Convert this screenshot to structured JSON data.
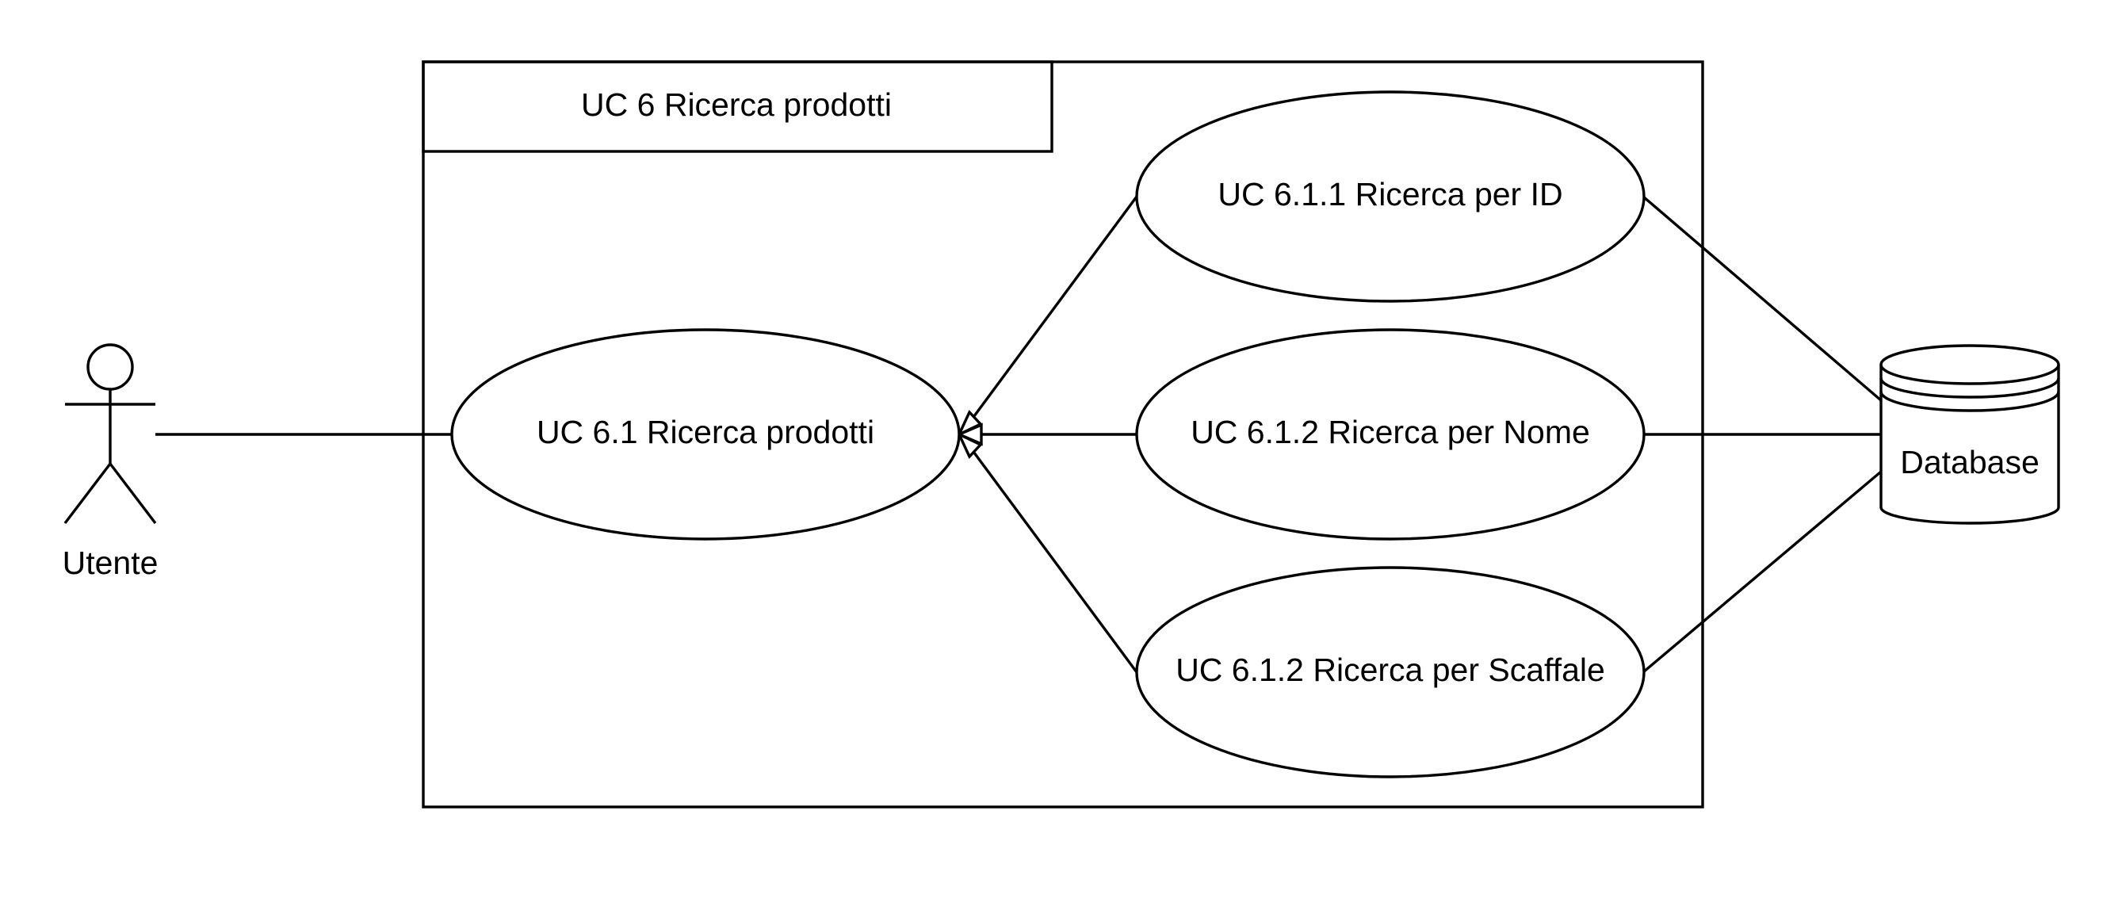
{
  "diagram": {
    "type": "uml-use-case",
    "system_boundary": {
      "title": "UC 6 Ricerca prodotti"
    },
    "actors": [
      {
        "id": "utente",
        "label": "Utente"
      }
    ],
    "external_systems": [
      {
        "id": "database",
        "label": "Database",
        "shape": "cylinder"
      }
    ],
    "use_cases": [
      {
        "id": "uc61",
        "label": "UC 6.1 Ricerca prodotti"
      },
      {
        "id": "uc611",
        "label": "UC 6.1.1 Ricerca per ID"
      },
      {
        "id": "uc612a",
        "label": "UC 6.1.2 Ricerca per Nome"
      },
      {
        "id": "uc612b",
        "label": "UC 6.1.2 Ricerca per Scaffale"
      }
    ],
    "relations": [
      {
        "from": "utente",
        "to": "uc61",
        "type": "association"
      },
      {
        "from": "uc611",
        "to": "uc61",
        "type": "generalization"
      },
      {
        "from": "uc612a",
        "to": "uc61",
        "type": "generalization"
      },
      {
        "from": "uc612b",
        "to": "uc61",
        "type": "generalization"
      },
      {
        "from": "uc611",
        "to": "database",
        "type": "association"
      },
      {
        "from": "uc612a",
        "to": "database",
        "type": "association"
      },
      {
        "from": "uc612b",
        "to": "database",
        "type": "association"
      }
    ]
  }
}
